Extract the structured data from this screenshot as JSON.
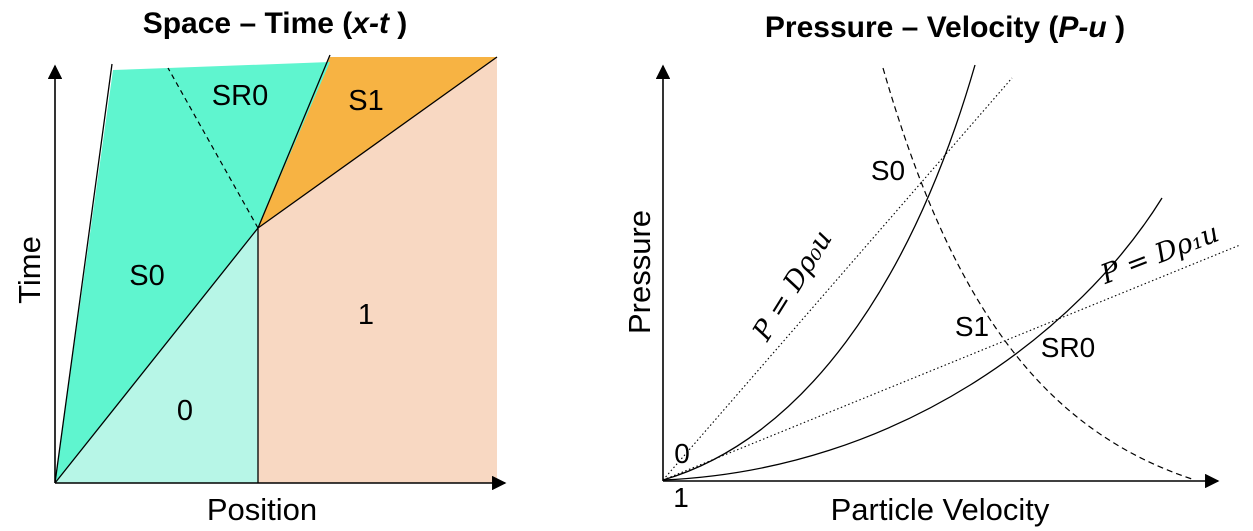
{
  "left_panel": {
    "title_plain": "Space – Time (",
    "title_italic": "x-t",
    "title_end": " )",
    "xlabel": "Position",
    "ylabel": "Time",
    "regions": {
      "sr0": "SR0",
      "s1": "S1",
      "s0": "S0",
      "state1": "1",
      "state0": "0"
    },
    "colors": {
      "s0": "#5ff5cf",
      "state0": "#b7f6e7",
      "s1": "#f7b343",
      "state1": "#f8d8c2"
    }
  },
  "right_panel": {
    "title_plain": "Pressure – Velocity (",
    "title_italic": "P-u",
    "title_end": " )",
    "xlabel": "Particle Velocity",
    "ylabel": "Pressure",
    "points": {
      "s0": "S0",
      "s1": "S1",
      "sr0": "SR0",
      "origin0": "0",
      "origin1": "1"
    },
    "equations": {
      "rayleigh0": "P = Dρ₀u",
      "rayleigh1": "P = Dρ₁u"
    }
  }
}
